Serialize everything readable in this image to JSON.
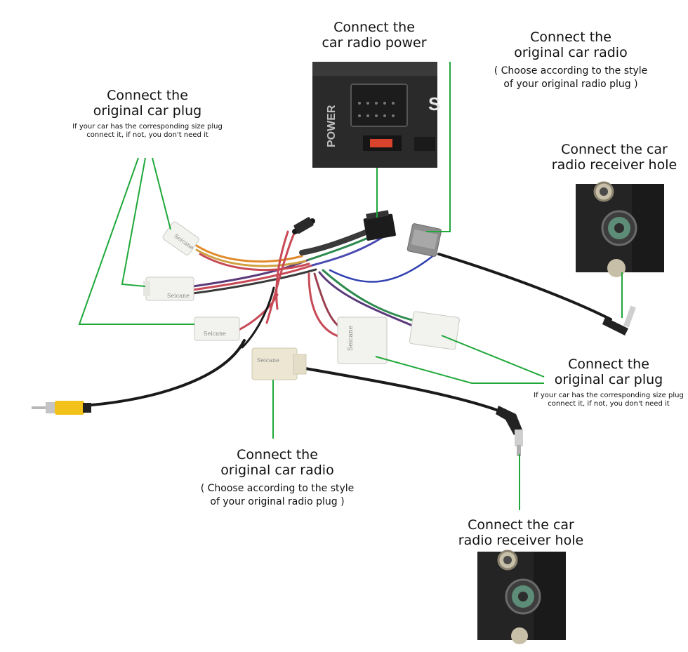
{
  "colors": {
    "leader_line": "#1fa83a",
    "plug_white": "#f2f2ef",
    "plug_cream": "#ece6d3",
    "cable_black": "#1a1a1a",
    "rca_yellow": "#f3c21a",
    "photo_dark": "#232323"
  },
  "labels": {
    "power": {
      "title_line1": "Connect the",
      "title_line2": "car radio  power"
    },
    "radio_top": {
      "title_line1": "Connect the",
      "title_line2": "original car radio",
      "note_line1": "( Choose according to the style",
      "note_line2": "of your original radio plug )"
    },
    "plug_left": {
      "title_line1": "Connect the",
      "title_line2": "original car plug",
      "note_line1": "If your car has the corresponding size plug",
      "note_line2": "connect it, if not, you don't need it"
    },
    "receiver_top": {
      "title_line1": "Connect the car",
      "title_line2": "radio  receiver hole"
    },
    "plug_right": {
      "title_line1": "Connect the",
      "title_line2": "original car plug",
      "note_line1": "If your car has the corresponding size plug",
      "note_line2": "connect it, if not, you don't need it"
    },
    "radio_bottom": {
      "title_line1": "Connect the",
      "title_line2": "original car radio",
      "note_line1": "( Choose according to the style",
      "note_line2": "of your original radio plug )"
    },
    "receiver_bottom": {
      "title_line1": "Connect the car",
      "title_line2": "radio  receiver hole"
    }
  },
  "photos": {
    "power_socket": {
      "side_text": "POWER",
      "right_text": "S"
    }
  },
  "plug_brand": "Seicane"
}
